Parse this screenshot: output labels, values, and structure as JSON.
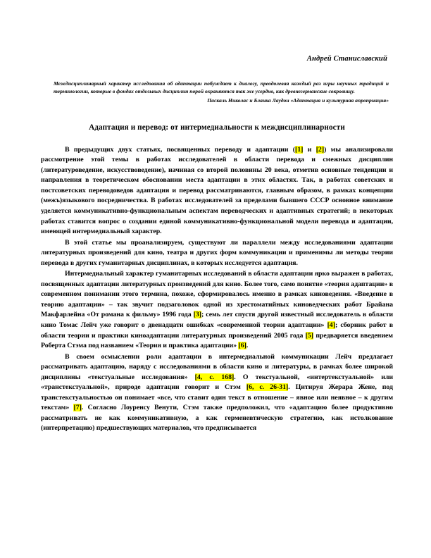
{
  "document": {
    "author": "Андрей Станиславский",
    "epigraph": {
      "text": "Междисциплинарный характер исследования об адаптации побуждает к диалогу, преодолевая каждый раз игры научных традиций и терминологии, которые в фондах отдельных дисциплин порой охраняются так же усердно, как древнегерманские сокровищу.",
      "source": "Паскаль Николас и Бланка Лаудон «Адаптация и культурная апроприация»"
    },
    "title": "Адаптация и перевод:  от интермедиальности к междисциплинарности",
    "paragraphs": [
      {
        "id": "p1",
        "runs": [
          {
            "t": "В предыдущих двух статьях, посвященных переводу и адаптации ("
          },
          {
            "t": "[1]",
            "hl": true
          },
          {
            "t": " и "
          },
          {
            "t": "[2]",
            "hl": true
          },
          {
            "t": ") мы анализировали рассмотрение этой темы в работах исследователей в области перевода и смежных дисциплин (литературоведение, искусствоведение), начиная со второй половины 20 века, отметив основные тенденции и направления в теоретическом обосновании места адаптации в этих областях. Так, в работах советских и постсоветских переводоведов адаптация и перевод рассматриваются, главным образом, в рамках концепции (межъ)языкового посредничества. В работах исследователей за пределами бывшего СССР основное  внимание уделяется коммуникативно-функциональным аспектам переводческих и адаптивных стратегий; в некоторых работах ставится вопрос о создании единой коммуникативно-функциональной модели перевода и адаптации, имеющей интермедиальный характер."
          }
        ]
      },
      {
        "id": "p2",
        "runs": [
          {
            "t": "В этой статье мы проанализируем, существуют ли параллели между исследованиями адаптации литературных произведений для кино, театра и других форм коммуникации и применимы ли методы теории перевода в других гуманитарных дисциплинах, в которых исследуется адаптация."
          }
        ]
      },
      {
        "id": "p3",
        "runs": [
          {
            "t": "Интермедиальный характер гуманитарных исследований в области адаптации ярко выражен в работах, посвященных адаптации литературных произведений для кино. Более того, само понятие «теория адаптации» в современном  понимании этого термина, похоже, сформировалось именно в рамках киноведения. «Введение в теорию адаптации» – так звучит подзаголовок одной из хрестоматийных киноведческих работ Брайана Макфарлейна «От романа к фильму» 1996 года "
          },
          {
            "t": "[3]",
            "hl": true
          },
          {
            "t": "; семь лет спустя другой известный исследователь в области кино Томас Лейч уже говорит о двенадцати ошибках «современной теории адаптации» "
          },
          {
            "t": "[4]",
            "hl": true
          },
          {
            "t": "; сборник работ в области теории и практики киноадаптации литературных произведений 2005 года "
          },
          {
            "t": "[5]",
            "hl": true
          },
          {
            "t": " предваряется введением Роберта Стэма под названием «Теория и практика адаптации» "
          },
          {
            "t": "[6]",
            "hl": true
          },
          {
            "t": "."
          }
        ]
      },
      {
        "id": "p4",
        "runs": [
          {
            "t": "В своем осмыслении роли адаптации в интермедиальной коммуникации Лейч предлагает рассматривать адаптацию, наряду с исследованиями в области кино и литературы, в рамках более широкой дисциплины «текстуальные исследования» "
          },
          {
            "t": "[4, с. 168]",
            "hl": true
          },
          {
            "t": ". О текстуальной, «интертекстуальной» или «транстекстуальной», природе адаптации говорит и Стэм "
          },
          {
            "t": "[6, с. 26-31]",
            "hl": true
          },
          {
            "t": ". Цитируя Жерара Жене, под транстекстуальностью он понимает «все, что ставит один текст в отношение – явное или неявное – к другим текстам» "
          },
          {
            "t": "[7]",
            "hl": true
          },
          {
            "t": ". Согласно Лоуренсу Венути, Стэм также предположил, что «адаптацию более продуктивно рассматривать не как коммуникативную, а как герменевтическую стратегию, как истолкование (интерпретацию) предшествующих материалов, что предписывается"
          }
        ]
      }
    ]
  },
  "colors": {
    "highlight": "#ffff00",
    "text": "#000000",
    "page": "#ffffff"
  }
}
